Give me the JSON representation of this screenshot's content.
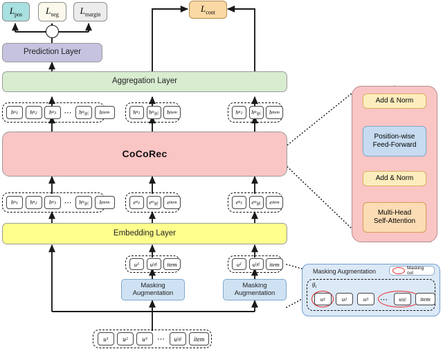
{
  "figure": {
    "losses": [
      {
        "id": "pos",
        "label_main": "L",
        "label_sub": "pos",
        "color": "#a9e0e0"
      },
      {
        "id": "neg",
        "label_main": "L",
        "label_sub": "neg",
        "color": "#fbf8ec"
      },
      {
        "id": "margin",
        "label_main": "L",
        "label_sub": "margin",
        "color": "#ececec"
      },
      {
        "id": "cont",
        "label_main": "L",
        "label_sub": "cont",
        "color": "#fad9a5"
      }
    ],
    "layers": {
      "prediction": "Prediction Layer",
      "aggregation": "Aggregation Layer",
      "backbone": "CoCoRec",
      "embedding": "Embedding Layer"
    },
    "masking_augmentation_label_line1": "Masking",
    "masking_augmentation_label_line2": "Augmentation",
    "sigmoid_icon": "sigmoid-icon",
    "hidden_groups": [
      {
        "id": "left-hidden",
        "symbol": "h",
        "tokens": [
          "u1",
          "u2",
          "u3",
          "dots",
          "ug",
          "item"
        ]
      },
      {
        "id": "mid-hidden",
        "symbol": "h",
        "tokens": [
          "u1",
          "ug",
          "item"
        ]
      },
      {
        "id": "right-hidden",
        "symbol": "h",
        "tokens": [
          "u1",
          "ug",
          "item"
        ]
      }
    ],
    "embedding_groups": [
      {
        "id": "left-embed",
        "symbol": "h",
        "tokens": [
          "u1",
          "u2",
          "u3",
          "dots",
          "ug",
          "item"
        ]
      },
      {
        "id": "mid-embed",
        "symbol": "e",
        "tokens": [
          "u1",
          "ug",
          "item"
        ]
      },
      {
        "id": "right-embed",
        "symbol": "e",
        "tokens": [
          "u1",
          "ug",
          "item"
        ]
      }
    ],
    "token_groups": [
      {
        "id": "mid-tokens",
        "symbol": "u",
        "tokens": [
          "u1",
          "ug",
          "item"
        ]
      },
      {
        "id": "right-tokens",
        "symbol": "u",
        "tokens": [
          "u1",
          "ug",
          "item"
        ]
      }
    ],
    "input_sequence": {
      "id": "input-tokens",
      "symbol": "u",
      "tokens": [
        "u1",
        "u2",
        "u3",
        "dots",
        "ug",
        "item"
      ]
    },
    "token_text": {
      "u1": "u₁",
      "u2": "u₂",
      "u3": "u₃",
      "ug": "u|g|",
      "item": "item",
      "dots": "⋯"
    },
    "transformer_block": {
      "add_norm_top": "Add & Norm",
      "feed_forward_line1": "Position-wise",
      "feed_forward_line2": "Feed-Forward",
      "add_norm_bottom": "Add & Norm",
      "attention_line1": "Multi-Head",
      "attention_line2": "Self-Attention"
    },
    "mask_panel": {
      "title": "Masking Augmentation",
      "legend_label": "Masking out",
      "group_symbol": "g",
      "group_subscript": "i",
      "tokens": [
        "u1",
        "u2",
        "u3",
        "dots",
        "ug",
        "item"
      ],
      "masked_tokens": [
        "u1",
        "ug"
      ],
      "mask_color": "#e8262b"
    }
  }
}
